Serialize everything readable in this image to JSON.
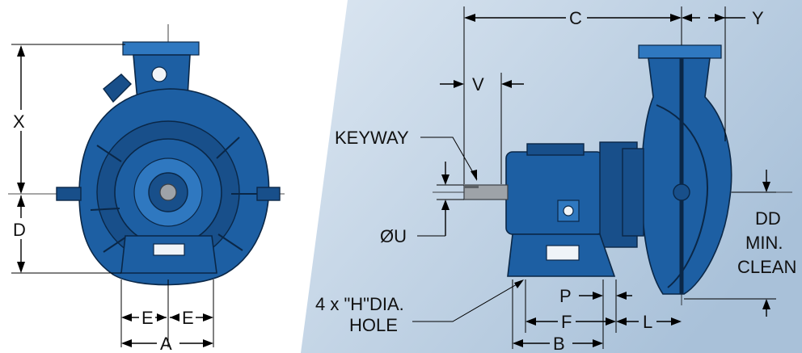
{
  "labels": {
    "x": "X",
    "d": "D",
    "e_left": "E",
    "e_right": "E",
    "a": "A",
    "c": "C",
    "y": "Y",
    "v": "V",
    "keyway": "KEYWAY",
    "u": "ØU",
    "dd_line1": "DD",
    "dd_line2": "MIN.",
    "dd_line3": "CLEAN",
    "p": "P",
    "f": "F",
    "l": "L",
    "b": "B",
    "hole_line1": "4 x \"H\"DIA.",
    "hole_line2": "HOLE"
  },
  "colors": {
    "pump_body": "#1d5fa3",
    "shaft": "#9ea3a8",
    "backdrop": "#c9d8e8"
  }
}
